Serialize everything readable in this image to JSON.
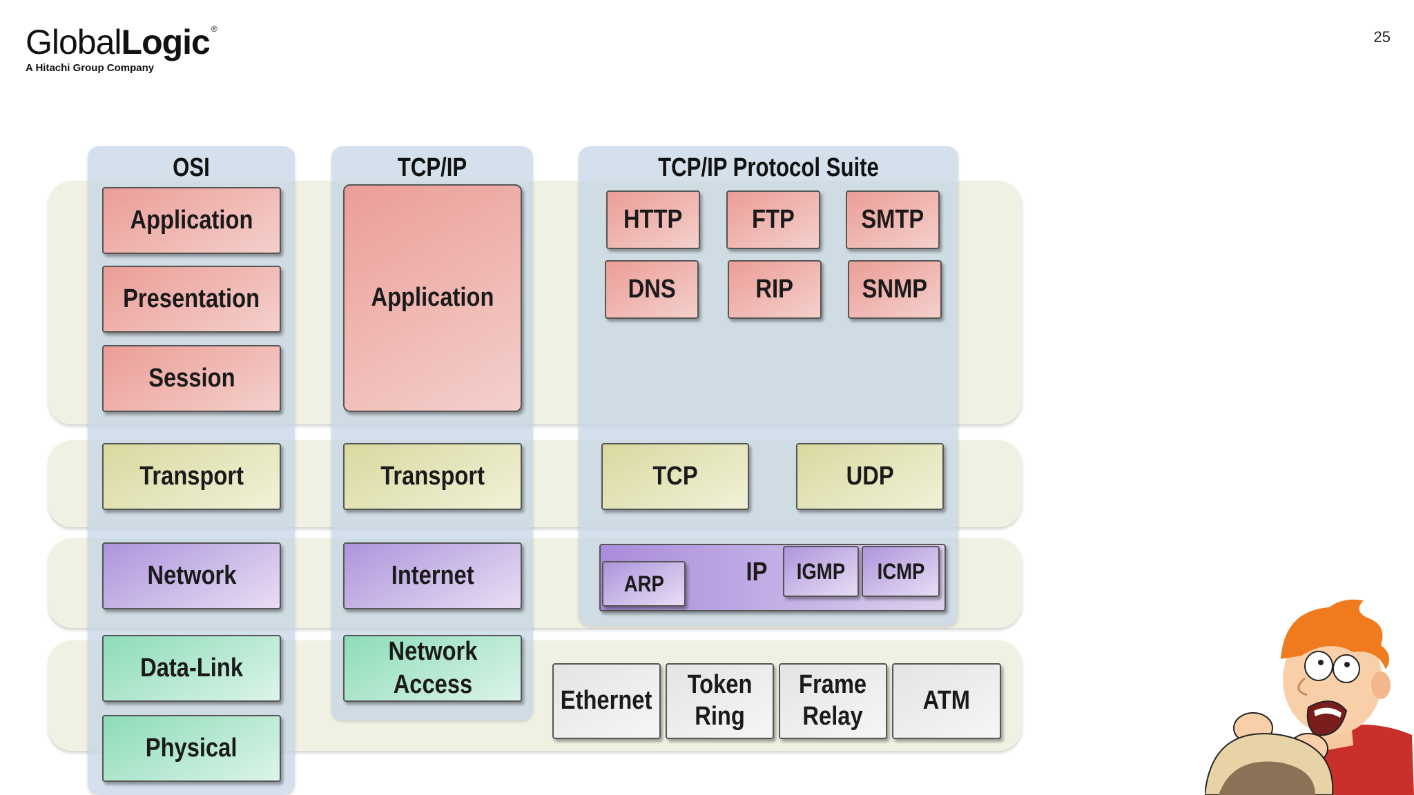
{
  "brand": {
    "name_light": "Global",
    "name_bold": "Logic",
    "reg_mark": "®",
    "tagline": "A Hitachi Group Company"
  },
  "page_number": "25",
  "diagram": {
    "columns": {
      "osi": "OSI",
      "tcpip": "TCP/IP",
      "suite": "TCP/IP Protocol Suite"
    },
    "osi_layers": {
      "application": "Application",
      "presentation": "Presentation",
      "session": "Session",
      "transport": "Transport",
      "network": "Network",
      "datalink": "Data-Link",
      "physical": "Physical"
    },
    "tcpip_layers": {
      "application": "Application",
      "transport": "Transport",
      "internet": "Internet",
      "network_access": "Network\nAccess"
    },
    "protocols": {
      "http": "HTTP",
      "ftp": "FTP",
      "smtp": "SMTP",
      "dns": "DNS",
      "rip": "RIP",
      "snmp": "SNMP",
      "tcp": "TCP",
      "udp": "UDP",
      "ip": "IP",
      "arp": "ARP",
      "igmp": "IGMP",
      "icmp": "ICMP",
      "ethernet": "Ethernet",
      "token_ring": "Token\nRing",
      "frame_relay": "Frame\nRelay",
      "atm": "ATM"
    },
    "colors": {
      "application_layer": "#ec9d97",
      "transport_layer": "#d9d9a0",
      "network_layer": "#ae95dc",
      "link_layer": "#8ddcb7",
      "band": "#f1f1e3",
      "column": "#c3d4e4"
    }
  },
  "illustration": {
    "icon": "cartoon-character-icon"
  }
}
